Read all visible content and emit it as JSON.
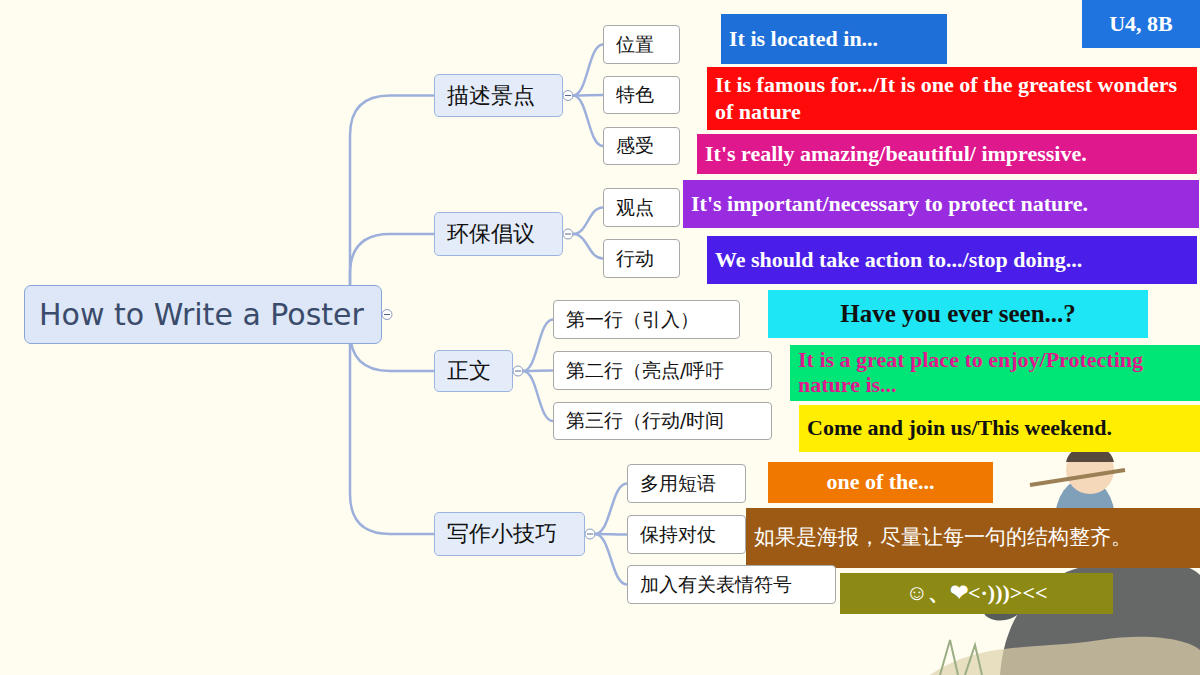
{
  "diagram": {
    "nodes": [
      {
        "text": [
          "How to Write a Poster"
        ]
      },
      {
        "text": [
          "描述景点"
        ]
      },
      {
        "text": [
          "位置"
        ]
      },
      {
        "text": [
          "It is located in..."
        ]
      },
      {
        "text": [
          "特色"
        ]
      },
      {
        "text": [
          "It is famous for.../It is one of the greatest wonders of nature"
        ]
      },
      {
        "text": [
          "感受"
        ]
      },
      {
        "text": [
          "It's really amazing/beautiful/ impressive."
        ]
      },
      {
        "text": [
          "环保倡议"
        ]
      },
      {
        "text": [
          "观点"
        ]
      },
      {
        "text": [
          "It's important/necessary to protect nature."
        ]
      },
      {
        "text": [
          "行动"
        ]
      },
      {
        "text": [
          "We should take action to.../stop doing..."
        ]
      },
      {
        "text": [
          "正文"
        ]
      },
      {
        "text": [
          "第一行（引入）"
        ]
      },
      {
        "text": [
          "Have you ever seen...?"
        ]
      },
      {
        "text": [
          "第二行（亮点/呼吁"
        ]
      },
      {
        "text": [
          "It is a great place to enjoy/Protecting nature is..."
        ]
      },
      {
        "text": [
          "第三行（行动/时间"
        ]
      },
      {
        "text": [
          "Come and join us/This weekend."
        ]
      },
      {
        "text": [
          "写作小技巧"
        ]
      },
      {
        "text": [
          "多用短语"
        ]
      },
      {
        "text": [
          "one of the..."
        ]
      },
      {
        "text": [
          "保持对仗"
        ]
      },
      {
        "text": [
          "如果是海报，尽量让每一句的结构整齐。"
        ]
      },
      {
        "text": [
          "加入有关表情符号"
        ]
      },
      {
        "text": [
          "☺、❤<·)))><<"
        ]
      },
      {
        "text": [
          "U4, 8B"
        ]
      }
    ],
    "edges": [
      {
        "from": 0,
        "to": 1,
        "arrow": "none"
      },
      {
        "from": 0,
        "to": 8,
        "arrow": "none"
      },
      {
        "from": 0,
        "to": 13,
        "arrow": "none"
      },
      {
        "from": 0,
        "to": 20,
        "arrow": "none"
      },
      {
        "from": 1,
        "to": 2,
        "arrow": "none"
      },
      {
        "from": 1,
        "to": 4,
        "arrow": "none"
      },
      {
        "from": 1,
        "to": 6,
        "arrow": "none"
      },
      {
        "from": 8,
        "to": 9,
        "arrow": "none"
      },
      {
        "from": 8,
        "to": 11,
        "arrow": "none"
      },
      {
        "from": 13,
        "to": 14,
        "arrow": "none"
      },
      {
        "from": 13,
        "to": 16,
        "arrow": "none"
      },
      {
        "from": 13,
        "to": 18,
        "arrow": "none"
      },
      {
        "from": 20,
        "to": 21,
        "arrow": "none"
      },
      {
        "from": 20,
        "to": 23,
        "arrow": "none"
      },
      {
        "from": 20,
        "to": 25,
        "arrow": "none"
      }
    ]
  }
}
